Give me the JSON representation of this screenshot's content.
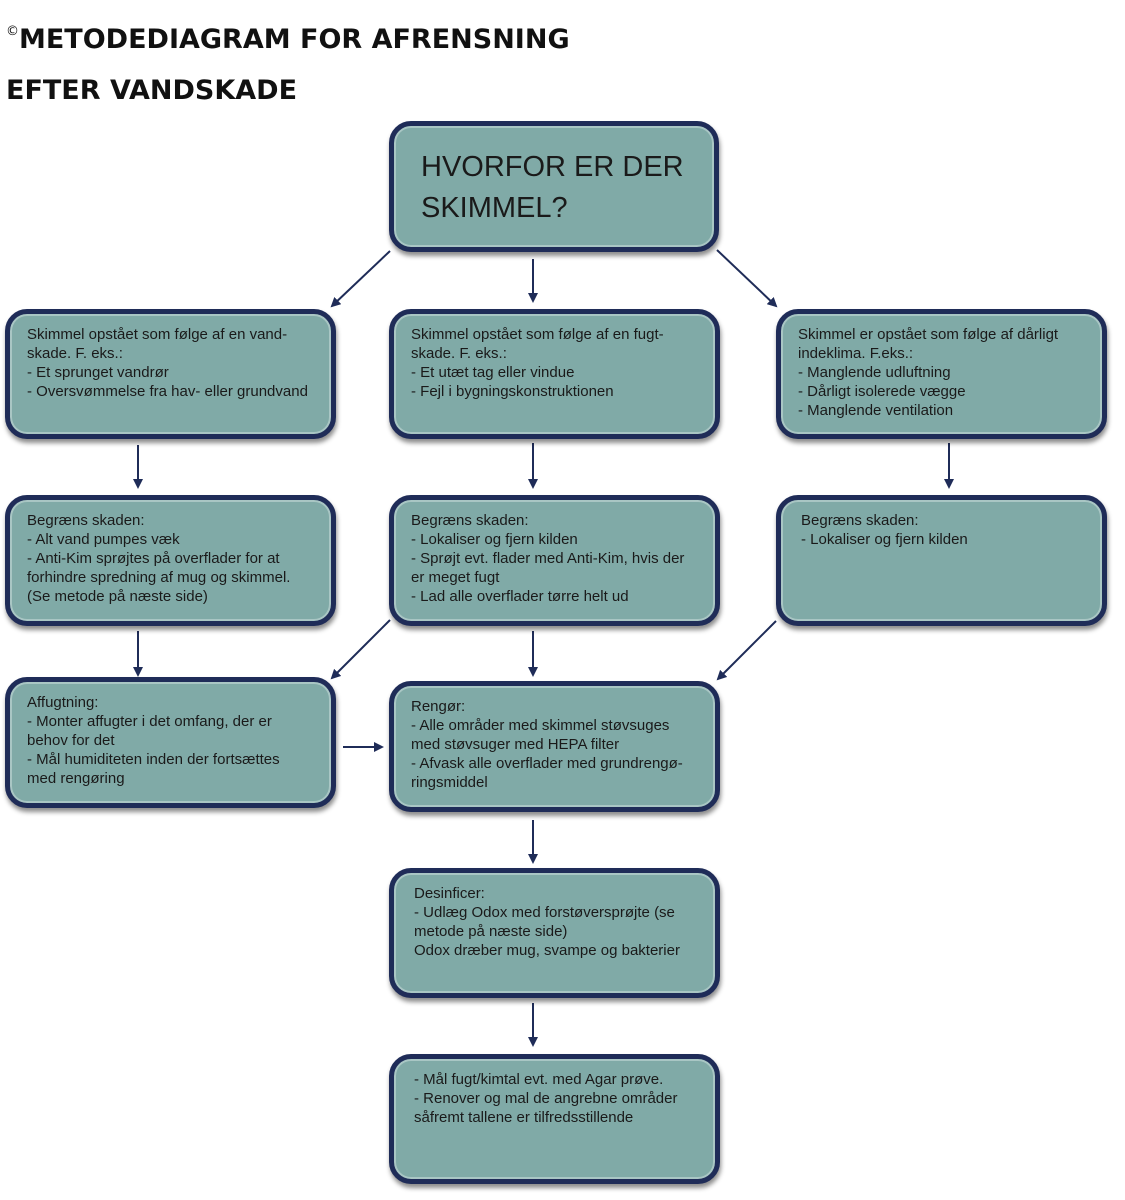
{
  "title": {
    "copyright_symbol": "©",
    "line1": "METODEDIAGRAM FOR AFRENSNING",
    "line2": "EFTER VANDSKADE"
  },
  "colors": {
    "box_fill": "#80aaa7",
    "box_border": "#1f2c58",
    "arrow": "#1f2c58"
  },
  "nodes": {
    "question": {
      "lines": [
        "HVORFOR ER DER",
        "SKIMMEL?"
      ]
    },
    "cause_water": {
      "lines": [
        "Skimmel opstået som følge af en vand-",
        "skade. F. eks.:",
        "- Et sprunget vandrør",
        "- Oversvømmelse fra hav- eller grundvand"
      ]
    },
    "cause_damp": {
      "lines": [
        "Skimmel opstået som følge af en fugt-",
        "skade. F. eks.:",
        "- Et utæt tag eller vindue",
        "- Fejl i bygningskonstruktionen"
      ]
    },
    "cause_climate": {
      "lines": [
        "Skimmel er opstået som følge af dårligt",
        "indeklima. F.eks.:",
        "- Manglende udluftning",
        "- Dårligt isolerede vægge",
        "- Manglende ventilation"
      ]
    },
    "limit_water": {
      "lines": [
        "Begræns skaden:",
        "- Alt vand pumpes væk",
        "- Anti-Kim sprøjtes på overflader for at",
        "forhindre spredning af mug og skimmel.",
        "(Se metode på næste side)"
      ]
    },
    "limit_damp": {
      "lines": [
        "Begræns skaden:",
        "- Lokaliser og fjern kilden",
        "- Sprøjt evt. flader med Anti-Kim, hvis der",
        "er meget fugt",
        "- Lad alle overflader tørre helt ud"
      ]
    },
    "limit_climate": {
      "lines": [
        "Begræns skaden:",
        " - Lokaliser og fjern kilden"
      ]
    },
    "dehumidify": {
      "lines": [
        "Affugtning:",
        "- Monter affugter i det omfang, der er",
        "behov for det",
        "- Mål humiditeten inden der fortsættes",
        "med rengøring"
      ]
    },
    "clean": {
      "lines": [
        "Rengør:",
        "- Alle områder med skimmel støvsuges",
        "med støvsuger med HEPA filter",
        "- Afvask alle overflader med grundrengø-",
        "ringsmiddel"
      ]
    },
    "disinfect": {
      "lines": [
        "Desinficer:",
        " - Udlæg Odox med forstøversprøjte (se",
        "metode på næste side)",
        "Odox dræber mug, svampe og bakterier"
      ]
    },
    "measure": {
      "lines": [
        "- Mål fugt/kimtal evt. med Agar prøve.",
        "- Renover og mal de angrebne områder",
        "såfremt tallene er tilfredsstillende"
      ]
    }
  },
  "edges": [
    {
      "from": "question",
      "to": "cause_water"
    },
    {
      "from": "question",
      "to": "cause_damp"
    },
    {
      "from": "question",
      "to": "cause_climate"
    },
    {
      "from": "cause_water",
      "to": "limit_water"
    },
    {
      "from": "cause_damp",
      "to": "limit_damp"
    },
    {
      "from": "cause_climate",
      "to": "limit_climate"
    },
    {
      "from": "limit_water",
      "to": "dehumidify"
    },
    {
      "from": "limit_damp",
      "to": "dehumidify"
    },
    {
      "from": "limit_damp",
      "to": "clean"
    },
    {
      "from": "limit_climate",
      "to": "clean"
    },
    {
      "from": "dehumidify",
      "to": "clean"
    },
    {
      "from": "clean",
      "to": "disinfect"
    },
    {
      "from": "disinfect",
      "to": "measure"
    }
  ]
}
